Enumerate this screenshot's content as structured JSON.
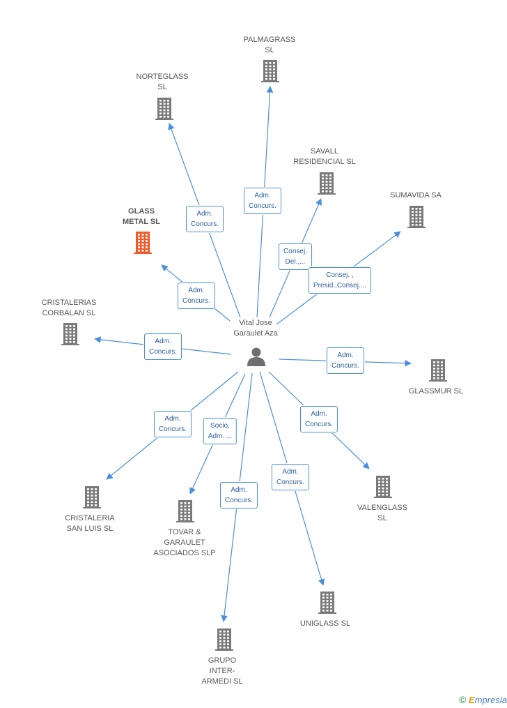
{
  "center": {
    "label": "Vital Jose\nGaraulet Aza",
    "icon": "person-icon"
  },
  "companies": [
    {
      "id": "palmagrass",
      "label": "PALMAGRASS\nSL",
      "highlight": false
    },
    {
      "id": "norteglass",
      "label": "NORTEGLASS\nSL",
      "highlight": false
    },
    {
      "id": "savall",
      "label": "SAVALL\nRESIDENCIAL SL",
      "highlight": false
    },
    {
      "id": "sumavida",
      "label": "SUMAVIDA SA",
      "highlight": false
    },
    {
      "id": "glassmetal",
      "label": "GLASS\nMETAL SL",
      "highlight": true
    },
    {
      "id": "cristalerias",
      "label": "CRISTALERIAS\nCORBALAN SL",
      "highlight": false
    },
    {
      "id": "glassmur",
      "label": "GLASSMUR SL",
      "highlight": false
    },
    {
      "id": "valenglass",
      "label": "VALENGLASS\nSL",
      "highlight": false
    },
    {
      "id": "cristaleria",
      "label": "CRISTALERIA\nSAN LUIS SL",
      "highlight": false
    },
    {
      "id": "tovar",
      "label": "TOVAR &\nGARAULET\nASOCIADOS SLP",
      "highlight": false
    },
    {
      "id": "uniglass",
      "label": "UNIGLASS SL",
      "highlight": false
    },
    {
      "id": "grupo",
      "label": "GRUPO\nINTER-\nARMEDI SL",
      "highlight": false
    }
  ],
  "relations": [
    {
      "to": "palmagrass",
      "label": "Adm.\nConcurs."
    },
    {
      "to": "norteglass",
      "label": "Adm.\nConcurs."
    },
    {
      "to": "savall",
      "label": "Consej.\nDel.,..."
    },
    {
      "to": "sumavida",
      "label": "Consej. ,\nPresid.,Consej...."
    },
    {
      "to": "glassmetal",
      "label": "Adm.\nConcurs."
    },
    {
      "to": "cristalerias",
      "label": "Adm.\nConcurs."
    },
    {
      "to": "glassmur",
      "label": "Adm.\nConcurs."
    },
    {
      "to": "valenglass",
      "label": "Adm.\nConcurs."
    },
    {
      "to": "cristaleria",
      "label": "Adm.\nConcurs."
    },
    {
      "to": "tovar",
      "label": "Socio,\nAdm. ..."
    },
    {
      "to": "uniglass",
      "label": "Adm.\nConcurs."
    },
    {
      "to": "grupo",
      "label": "Adm.\nConcurs."
    }
  ],
  "footer": {
    "copyright": "©",
    "brand_initial": "E",
    "brand_rest": "mpresia"
  },
  "colors": {
    "edge": "#4a8fdc",
    "building": "#7a7a7a",
    "highlight": "#f0592a",
    "person": "#6e6e6e"
  }
}
